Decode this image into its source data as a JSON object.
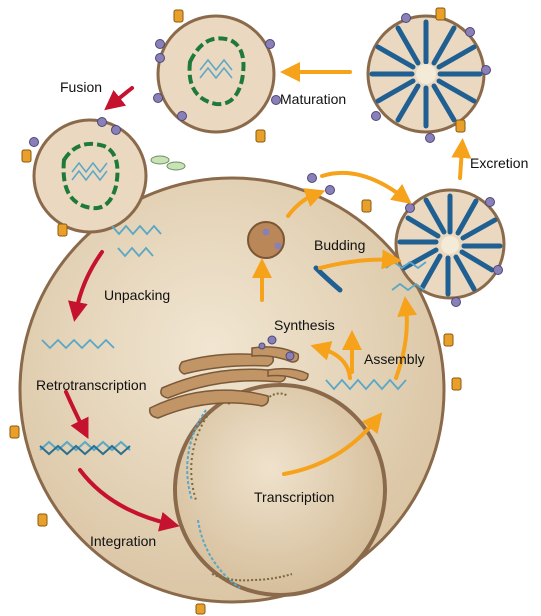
{
  "labels": {
    "fusion": "Fusion",
    "maturation": "Maturation",
    "excretion": "Excretion",
    "budding": "Budding",
    "unpacking": "Unpacking",
    "synthesis": "Synthesis",
    "assembly": "Assembly",
    "retrotranscription": "Retrotranscription",
    "transcription": "Transcription",
    "integration": "Integration"
  },
  "colors": {
    "cell_fill": "#e7d7bd",
    "cell_stroke": "#8a6a4a",
    "nucleus_fill": "#e6d4b8",
    "virion_fill": "#ead9c0",
    "capsid_green": "#1f7a3a",
    "rna_blue": "#5aa7c6",
    "spoke_blue": "#1f5f92",
    "arrow_red": "#c4122f",
    "arrow_orange": "#f6a21a",
    "organelle_brown": "#b9885a",
    "spike_purple": "#7a6ea8",
    "receptor_orange": "#e8a02a"
  },
  "icons": [
    "virion",
    "mature-virion",
    "capsid",
    "rna-strand",
    "dna-helix",
    "golgi",
    "vesicle",
    "envelope-spike",
    "receptor"
  ]
}
